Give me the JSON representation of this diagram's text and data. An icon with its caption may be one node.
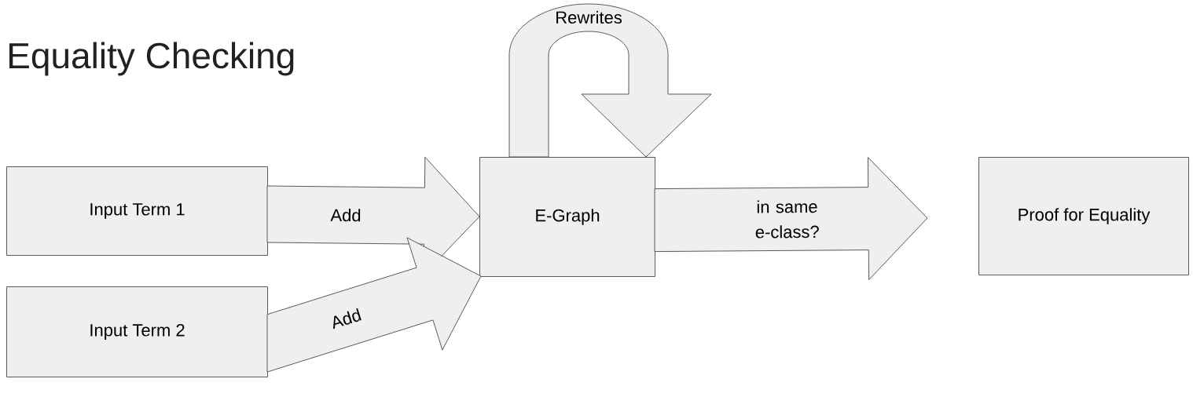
{
  "diagram": {
    "title": "Equality Checking",
    "nodes": [
      {
        "text": [
          "Input Term 1"
        ]
      },
      {
        "text": [
          "Input Term 2"
        ]
      },
      {
        "text": [
          "E-Graph"
        ]
      },
      {
        "text": [
          "Proof for Equality"
        ]
      }
    ],
    "edges": [
      {
        "from": 0,
        "to": 2,
        "arrow": "to",
        "label": "Add"
      },
      {
        "from": 1,
        "to": 2,
        "arrow": "to",
        "label": "Add"
      },
      {
        "from": 2,
        "to": 2,
        "arrow": "to",
        "label": "Rewrites"
      },
      {
        "from": 2,
        "to": 3,
        "arrow": "to",
        "label": "in same e-class?"
      }
    ]
  }
}
